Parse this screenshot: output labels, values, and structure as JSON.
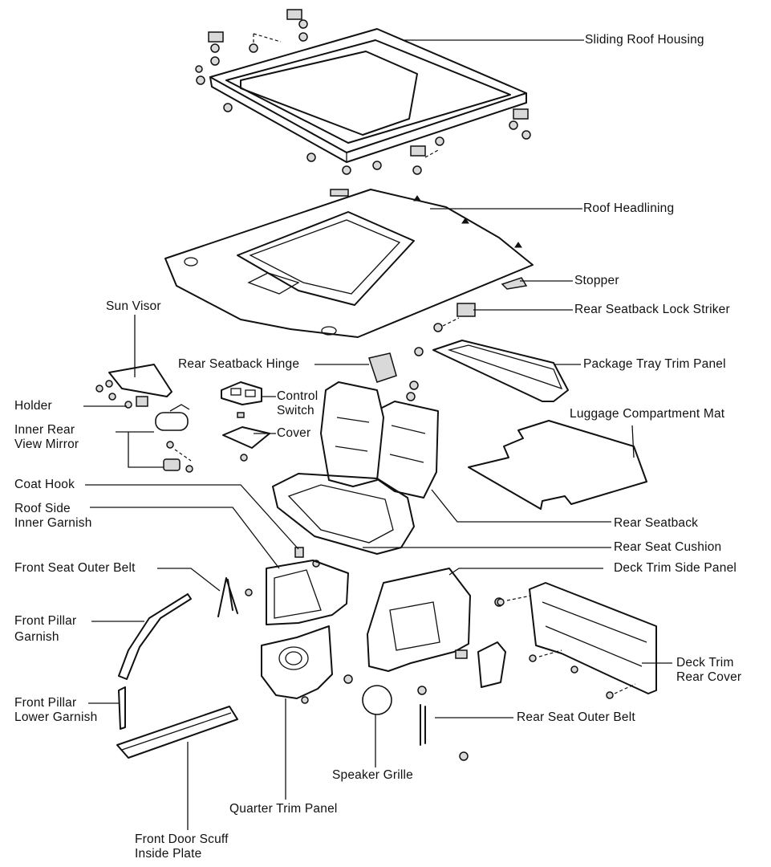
{
  "labels": {
    "sliding_roof_housing": "Sliding Roof Housing",
    "roof_headlining": "Roof Headlining",
    "stopper": "Stopper",
    "rear_seatback_lock_striker": "Rear Seatback Lock Striker",
    "sun_visor": "Sun Visor",
    "rear_seatback_hinge": "Rear Seatback Hinge",
    "package_tray_trim_panel": "Package Tray Trim Panel",
    "control_switch_1": "Control",
    "control_switch_2": "Switch",
    "holder": "Holder",
    "luggage_compartment_mat": "Luggage Compartment Mat",
    "inner_rear_view_mirror_1": "Inner Rear",
    "inner_rear_view_mirror_2": "View Mirror",
    "cover": "Cover",
    "coat_hook": "Coat Hook",
    "roof_side_inner_garnish_1": "Roof Side",
    "roof_side_inner_garnish_2": "Inner Garnish",
    "rear_seatback": "Rear Seatback",
    "rear_seat_cushion": "Rear Seat Cushion",
    "front_seat_outer_belt": "Front Seat Outer Belt",
    "deck_trim_side_panel": "Deck Trim Side Panel",
    "front_pillar_garnish_1": "Front Pillar",
    "front_pillar_garnish_2": "Garnish",
    "deck_trim_rear_cover_1": "Deck Trim",
    "deck_trim_rear_cover_2": "Rear Cover",
    "front_pillar_lower_garnish_1": "Front Pillar",
    "front_pillar_lower_garnish_2": "Lower Garnish",
    "rear_seat_outer_belt": "Rear Seat Outer Belt",
    "speaker_grille": "Speaker Grille",
    "quarter_trim_panel": "Quarter Trim Panel",
    "front_door_scuff_inside_plate_1": "Front Door Scuff",
    "front_door_scuff_inside_plate_2": "Inside Plate"
  },
  "icons": [
    "clip-icon",
    "screw-icon",
    "bracket-icon"
  ],
  "colors": {
    "ink": "#111111",
    "paper": "#ffffff"
  }
}
